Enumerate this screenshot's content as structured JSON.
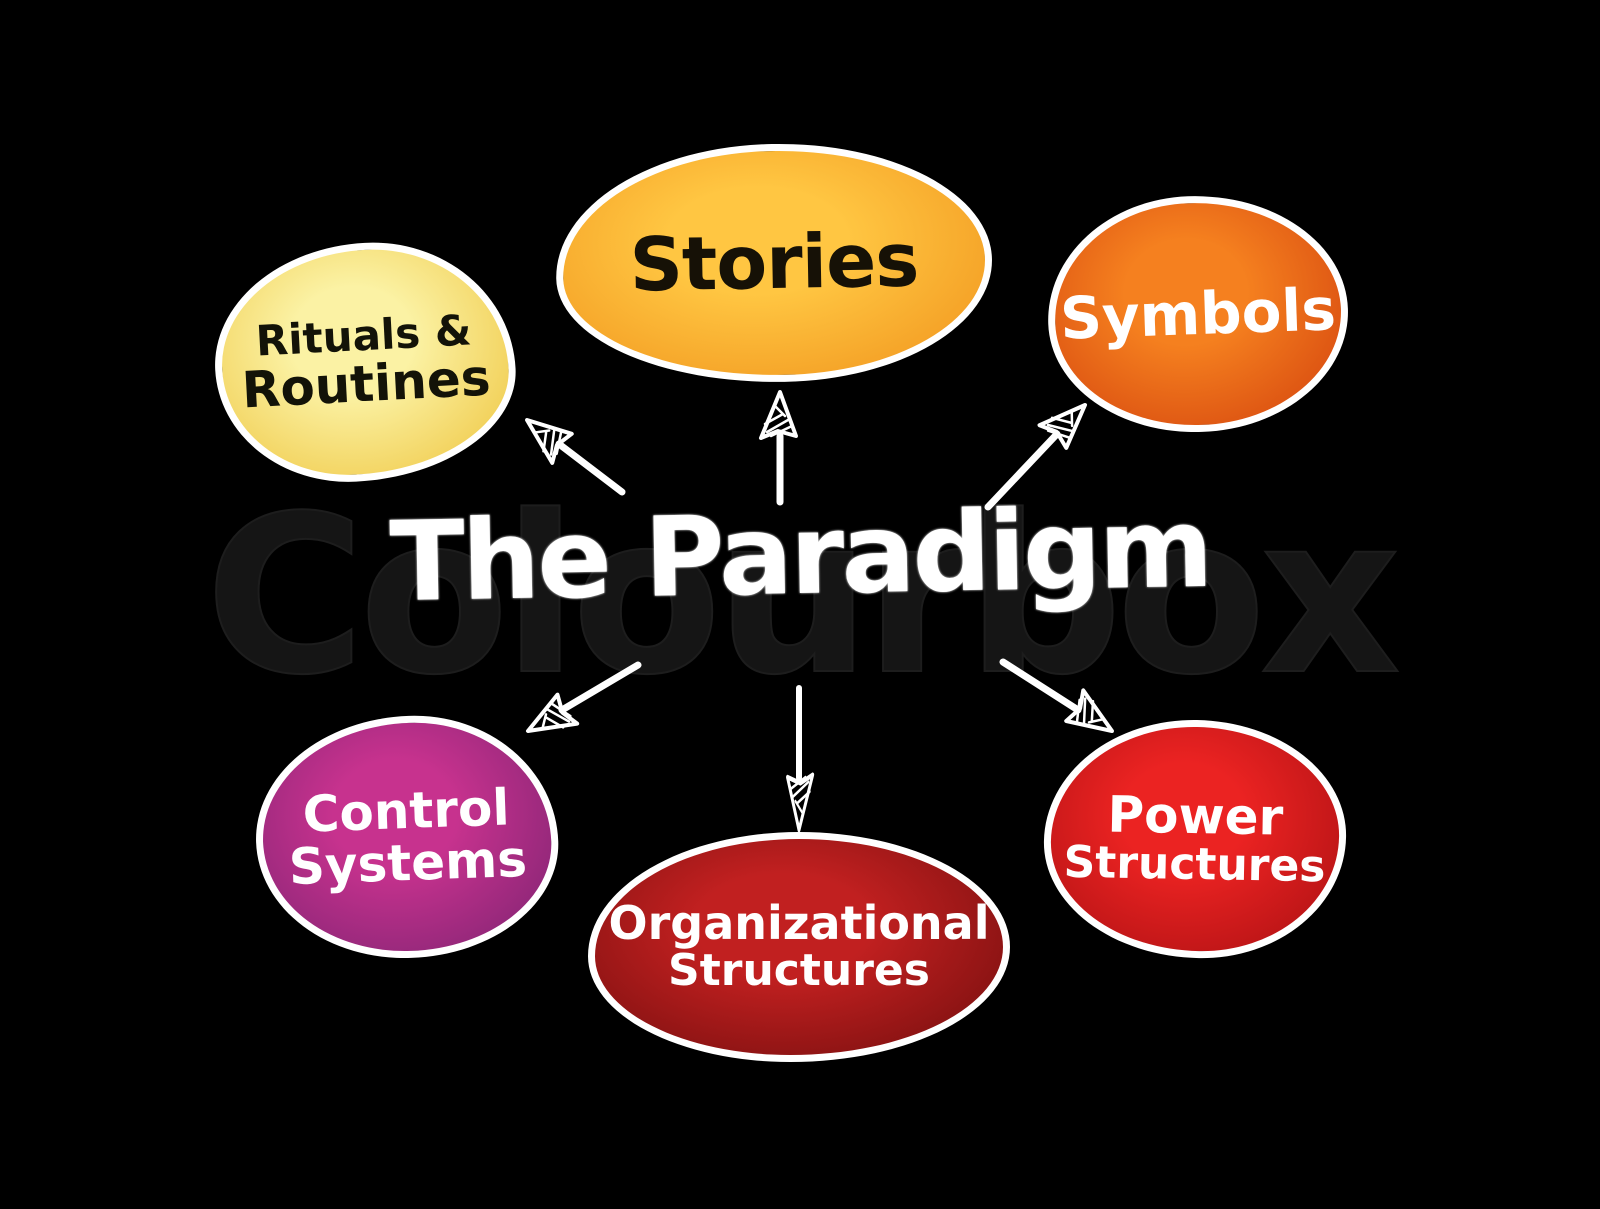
{
  "title": "The Paradigm",
  "watermark": "Colourbox",
  "background_color": "#000000",
  "arrow_color": "#ffffff",
  "outline_color": "#ffffff",
  "nodes": [
    {
      "id": "rituals-routines",
      "lines": [
        "Rituals &",
        "Routines"
      ],
      "text_color": "#131308",
      "gradient_center": "#FBF2A4",
      "gradient_edge": "#EEC33B"
    },
    {
      "id": "stories",
      "lines": [
        "Stories"
      ],
      "text_color": "#161106",
      "gradient_center": "#FFC642",
      "gradient_edge": "#F0921B"
    },
    {
      "id": "symbols",
      "lines": [
        "Symbols"
      ],
      "text_color": "#ffffff",
      "gradient_center": "#F5801F",
      "gradient_edge": "#D2400D"
    },
    {
      "id": "control-systems",
      "lines": [
        "Control",
        "Systems"
      ],
      "text_color": "#ffffff",
      "gradient_center": "#C7328E",
      "gradient_edge": "#7C2371"
    },
    {
      "id": "organizational-structures",
      "lines": [
        "Organizational",
        "Structures"
      ],
      "text_color": "#ffffff",
      "gradient_center": "#C12020",
      "gradient_edge": "#700D0D"
    },
    {
      "id": "power-structures",
      "lines": [
        "Power",
        "Structures"
      ],
      "text_color": "#ffffff",
      "gradient_center": "#EB2322",
      "gradient_edge": "#A80F12"
    }
  ],
  "edges": [
    {
      "from": "The Paradigm",
      "to": "Rituals & Routines"
    },
    {
      "from": "The Paradigm",
      "to": "Stories"
    },
    {
      "from": "The Paradigm",
      "to": "Symbols"
    },
    {
      "from": "The Paradigm",
      "to": "Control Systems"
    },
    {
      "from": "The Paradigm",
      "to": "Organizational Structures"
    },
    {
      "from": "The Paradigm",
      "to": "Power Structures"
    }
  ]
}
